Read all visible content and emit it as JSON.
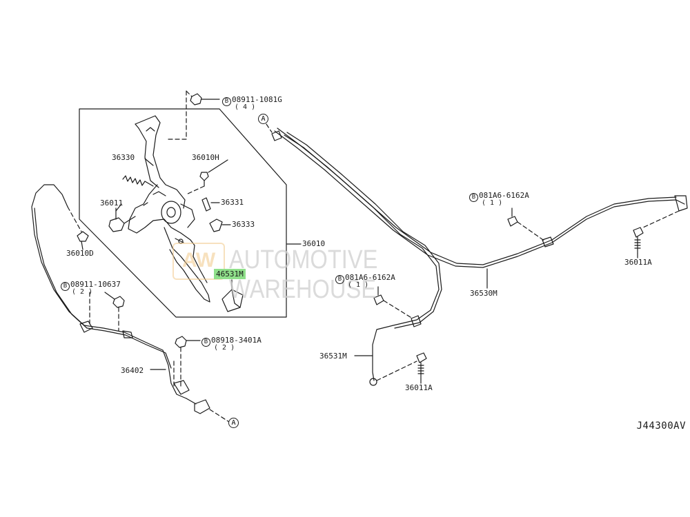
{
  "diagram": {
    "code": "J44300AV",
    "watermark": {
      "logo": "AW",
      "text": "AUTOMOTIVE WAREHOUSE"
    },
    "ref_marker": "A",
    "bolt_symbol": "B",
    "parts": {
      "p36330": "36330",
      "p36010H": "36010H",
      "p36011": "36011",
      "p36331": "36331",
      "p36333": "36333",
      "p36010": "36010",
      "p46531M": "46531M",
      "p36010D": "36010D",
      "p36402": "36402",
      "p36530M": "36530M",
      "p36531M": "36531M",
      "p36011A_right": "36011A",
      "p36011A_lower": "36011A"
    },
    "bolts": {
      "b1": {
        "number": "08911-1081G",
        "qty": "( 4 )"
      },
      "b2": {
        "number": "08911-10637",
        "qty": "( 2 )"
      },
      "b3": {
        "number": "08918-3401A",
        "qty": "( 2 )"
      },
      "b4": {
        "number": "081A6-6162A",
        "qty": "( 1 )"
      },
      "b5": {
        "number": "081A6-6162A",
        "qty": "( 1 )"
      }
    },
    "colors": {
      "line": "#1a1a1a",
      "highlight": "#8fe08a",
      "watermark_logo": "#f2c98a",
      "watermark_text": "#cfcfcf"
    }
  }
}
